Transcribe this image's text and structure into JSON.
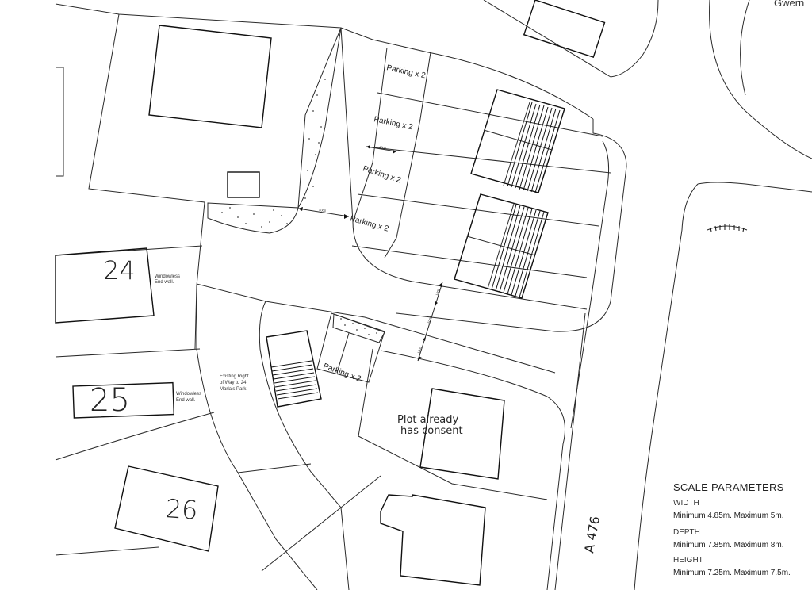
{
  "plot_numbers": [
    "24",
    "25",
    "26"
  ],
  "parking_labels": [
    "Parking x 2",
    "Parking x 2",
    "Parking x 2",
    "Parking x 2",
    "Parking x 2"
  ],
  "notes": {
    "windowless_1_line1": "Windowless",
    "windowless_1_line2": "End wall.",
    "windowless_2_line1": "Windowless",
    "windowless_2_line2": "End wall.",
    "right_of_way_line1": "Existing Right",
    "right_of_way_line2": "of Way to 24",
    "right_of_way_line3": "Marlais Park.",
    "consent_line1": "Plot already",
    "consent_line2": "has consent"
  },
  "road_label": "A 476",
  "street_partial": "Gwern",
  "dimension_labels": [
    "4000",
    "4000",
    "1800",
    "5000",
    "1800"
  ],
  "scale_parameters": {
    "title": "SCALE PARAMETERS",
    "width_label": "WIDTH",
    "width_value": "Minimum 4.85m.  Maximum 5m.",
    "depth_label": "DEPTH",
    "depth_value": "Minimum 7.85m.  Maximum 8m.",
    "height_label": "HEIGHT",
    "height_value": "Minimum 7.25m.  Maximum 7.5m."
  }
}
